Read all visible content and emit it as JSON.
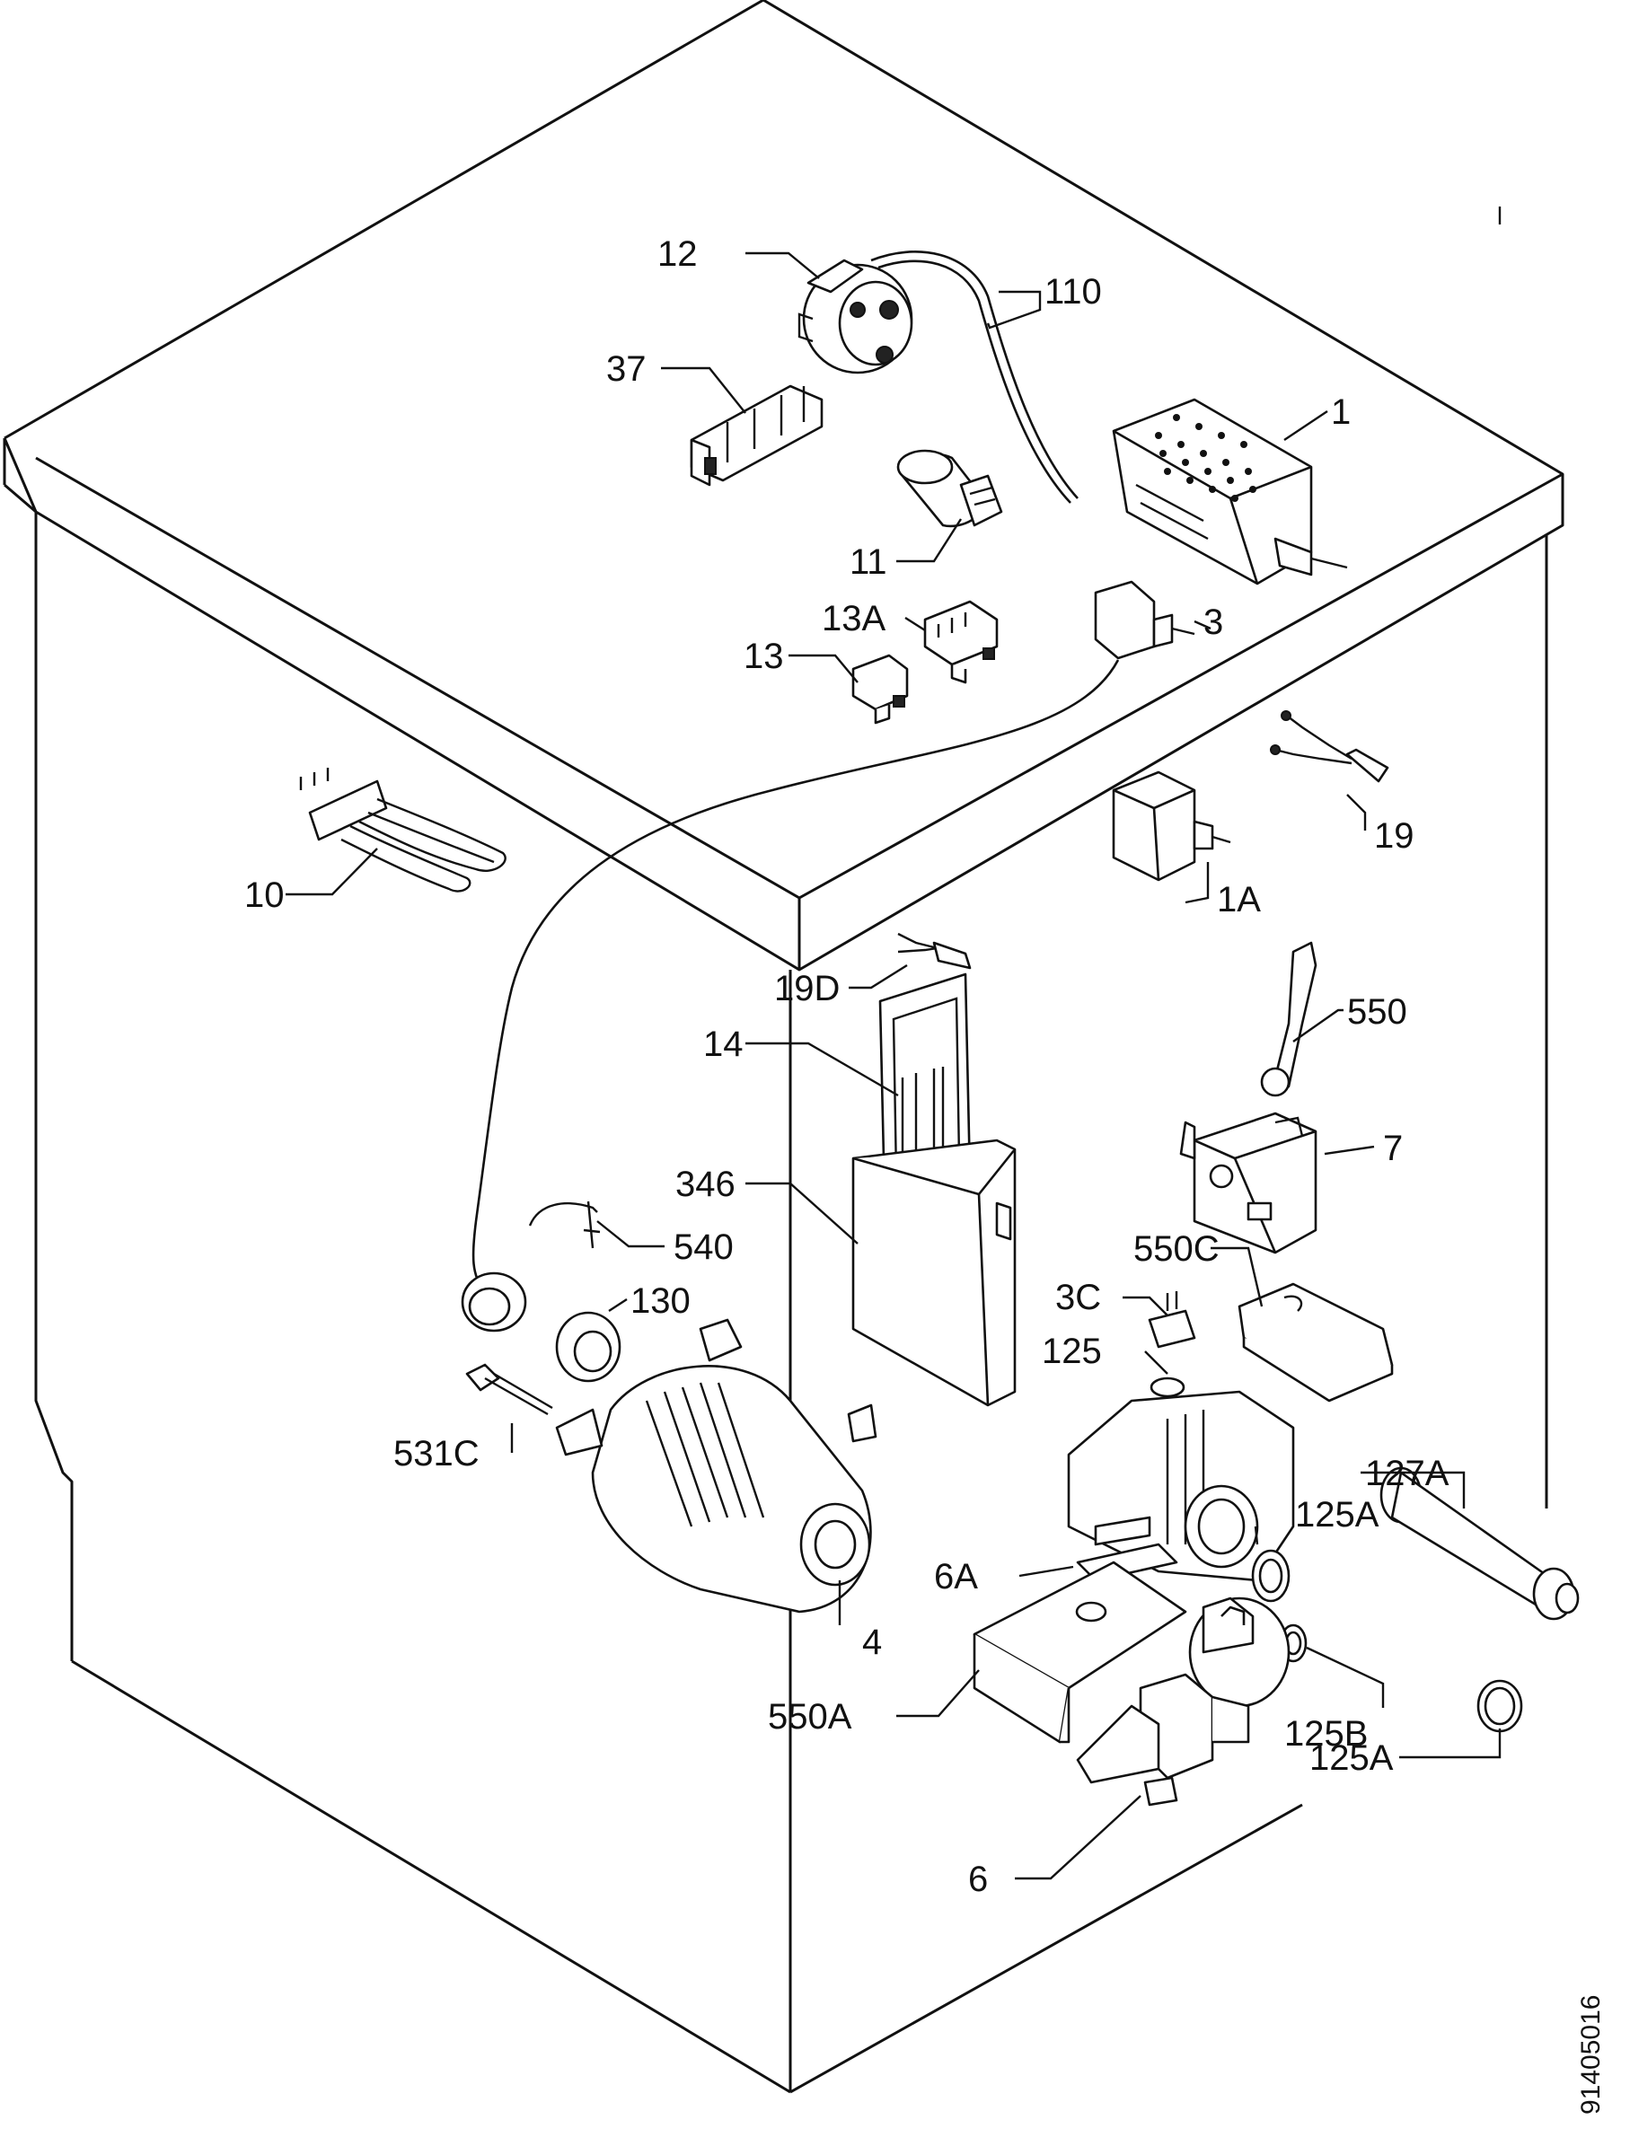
{
  "diagram": {
    "labels": {
      "p1": "1",
      "p1A": "1A",
      "p3": "3",
      "p3C": "3C",
      "p4": "4",
      "p6": "6",
      "p6A": "6A",
      "p7": "7",
      "p10": "10",
      "p11": "11",
      "p12": "12",
      "p13": "13",
      "p13A": "13A",
      "p14": "14",
      "p19": "19",
      "p19D": "19D",
      "p37": "37",
      "p110": "110",
      "p125": "125",
      "p125A_top": "125A",
      "p125A_bottom": "125A",
      "p125B": "125B",
      "p127A": "127A",
      "p130": "130",
      "p346": "346",
      "p531C": "531C",
      "p540": "540",
      "p550": "550",
      "p550A": "550A",
      "p550C": "550C"
    },
    "document_number": "91405016"
  }
}
